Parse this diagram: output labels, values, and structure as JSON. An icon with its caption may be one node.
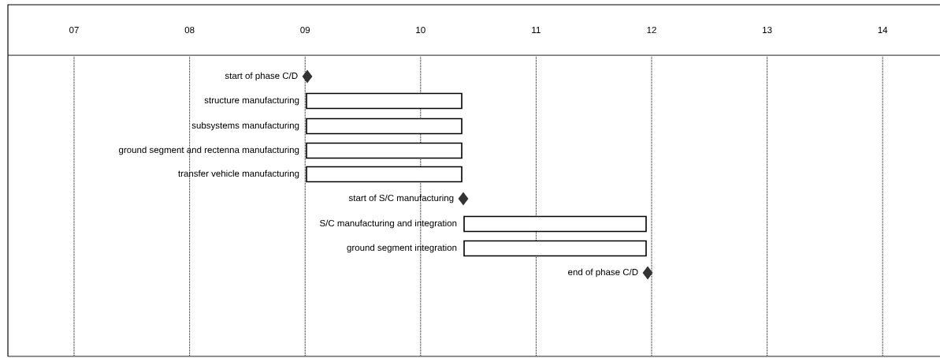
{
  "diagram": {
    "nodes": [
      {
        "text": [
          "start of phase C/D"
        ]
      },
      {
        "text": [
          "structure manufacturing"
        ]
      },
      {
        "text": [
          "subsystems manufacturing"
        ]
      },
      {
        "text": [
          "ground segment and rectenna manufacturing"
        ]
      },
      {
        "text": [
          "transfer vehicle manufacturing"
        ]
      },
      {
        "text": [
          "start of S/C manufacturing"
        ]
      },
      {
        "text": [
          "S/C manufacturing and integration"
        ]
      },
      {
        "text": [
          "ground segment integration"
        ]
      },
      {
        "text": [
          "end of phase C/D"
        ]
      }
    ],
    "labels": [
      "07",
      "08",
      "09",
      "10",
      "11",
      "12",
      "13",
      "14"
    ]
  }
}
